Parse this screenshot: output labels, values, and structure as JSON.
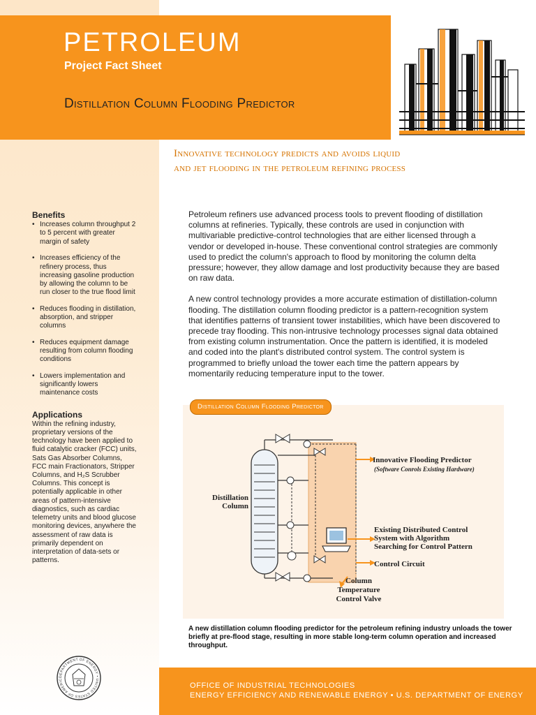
{
  "header": {
    "brand": "PETROLEUM",
    "subtitle": "Project Fact Sheet",
    "title": "Distillation Column Flooding Predictor"
  },
  "tagline": {
    "line1": "Innovative technology predicts and avoids liquid",
    "line2": "and jet flooding in the petroleum refining process"
  },
  "sidebar": {
    "benefits_heading": "Benefits",
    "benefits": [
      "Increases column throughput 2 to 5 percent with greater margin of safety",
      "Increases efficiency of the refinery process, thus increasing gasoline production by allowing the column to be run closer to the true flood limit",
      "Reduces flooding in distillation, absorption, and stripper columns",
      "Reduces equipment damage resulting from column flooding conditions",
      "Lowers implementation and significantly lowers maintenance costs"
    ],
    "applications_heading": "Applications",
    "applications_text": "Within the refining industry, proprietary versions of the technology have been applied to fluid catalytic cracker (FCC) units, Sats Gas Absorber Columns, FCC main Fractionators, Stripper Columns, and H₂S Scrubber Columns.  This concept is potentially applicable in other areas of pattern-intensive diagnostics, such as cardiac telemetry units and blood glucose monitoring devices, anywhere the assessment of raw data is primarily dependent on interpretation of data-sets or patterns."
  },
  "body": {
    "paragraph1": "Petroleum refiners use advanced process tools to prevent flooding of distillation columns at refineries.  Typically, these controls are used in conjunction with multivariable predictive-control technologies that are either licensed through a vendor or developed in-house.  These conventional control strategies are commonly used to predict the column's approach to flood by monitoring the column delta pressure; however, they allow damage and lost productivity because they are based on raw data.",
    "paragraph2": "A new control technology provides a more accurate estimation of distillation-column flooding.  The distillation column flooding predictor is a pattern-recognition system that identifies patterns of transient tower instabilities, which have been discovered to precede tray flooding.  This non-intrusive technology processes signal data obtained from existing column instrumentation.  Once the pattern is identified, it is modeled and coded into the plant's distributed control system.  The control system is programmed to briefly unload the tower each time the pattern appears by momentarily reducing temperature input to the tower."
  },
  "diagram": {
    "badge": "Distillation Column Flooding Predictor",
    "label_column_1": "Distillation",
    "label_column_2": "Column",
    "label_predictor": "Innovative Flooding Predictor",
    "label_predictor_sub": "(Software Conrols Existing Hardware)",
    "label_dcs_1": "Existing Distributed Control",
    "label_dcs_2": "System with Algorithm",
    "label_dcs_3": "Searching for Control Pattern",
    "label_circuit": "Control Circuit",
    "label_valve_1": "Column",
    "label_valve_2": "Temperature",
    "label_valve_3": "Control Valve"
  },
  "caption": "A new distillation column flooding predictor for the petroleum refining industry unloads the tower briefly at pre-flood stage, resulting in more stable long-term column operation and increased throughput.",
  "seal": {
    "text": "DEPARTMENT OF ENERGY • UNITED STATES OF AMERICA"
  },
  "footer": {
    "line1": "OFFICE OF INDUSTRIAL TECHNOLOGIES",
    "line2": "ENERGY EFFICIENCY AND RENEWABLE ENERGY • U.S. DEPARTMENT OF ENERGY"
  },
  "colors": {
    "accent": "#f7941d",
    "tagline": "#d67300",
    "diagram_bg": "#fdf3e8",
    "predictor_box": "#f9d3ae"
  }
}
